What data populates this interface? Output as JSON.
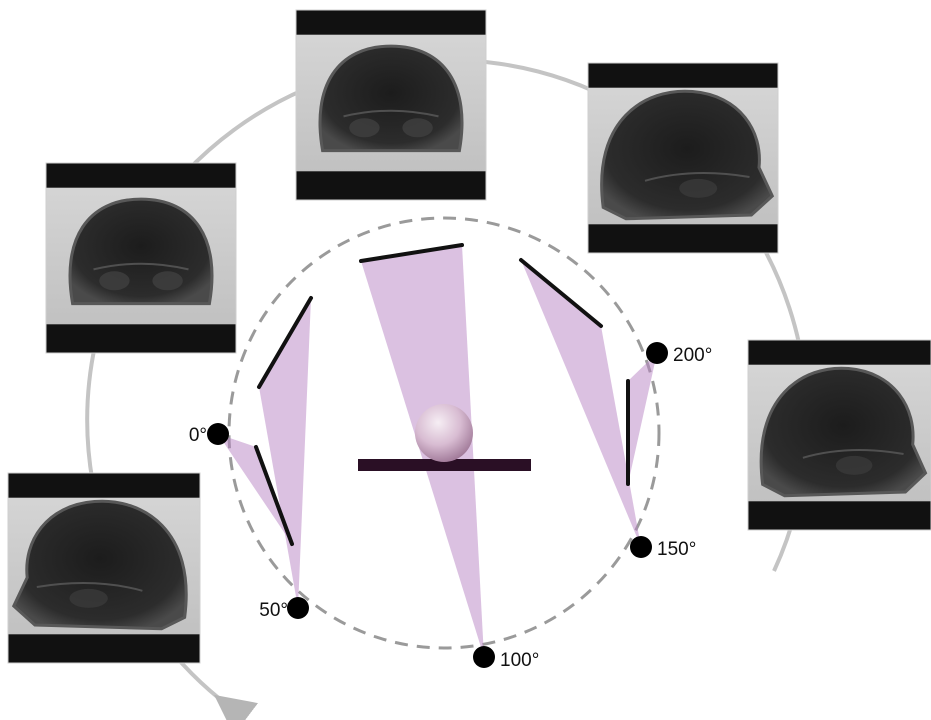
{
  "angles": [
    {
      "label": "0°",
      "deg": 0
    },
    {
      "label": "50°",
      "deg": 50
    },
    {
      "label": "100°",
      "deg": 100
    },
    {
      "label": "150°",
      "deg": 150
    },
    {
      "label": "200°",
      "deg": 200
    }
  ],
  "colors": {
    "beam": "#b784c4",
    "detector": "#111111",
    "orbit_dash": "#9a9a9a",
    "outer_arc": "#c4c4c4",
    "table": "#2a0f25",
    "phantom_light": "#f6eef4",
    "phantom_dark": "#a17a99"
  },
  "projections": [
    {
      "view": "frontal"
    },
    {
      "view": "frontal"
    },
    {
      "view": "oblique"
    },
    {
      "view": "lateral"
    },
    {
      "view": "lateral"
    }
  ]
}
